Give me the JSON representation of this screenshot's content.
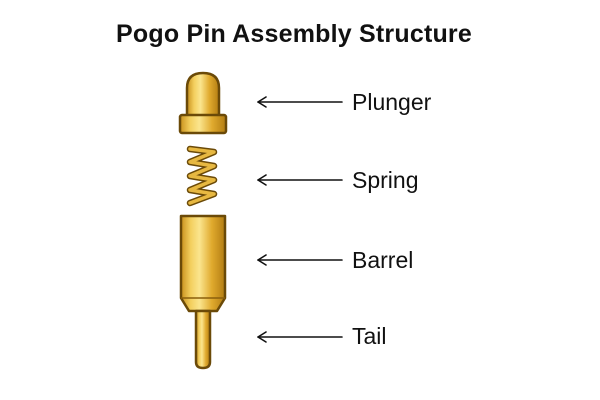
{
  "title": "Pogo Pin Assembly Structure",
  "parts": [
    {
      "name": "plunger",
      "label": "Plunger"
    },
    {
      "name": "spring",
      "label": "Spring"
    },
    {
      "name": "barrel",
      "label": "Barrel"
    },
    {
      "name": "tail",
      "label": "Tail"
    }
  ],
  "colors": {
    "gold_light": "#F7D76A",
    "gold_mid": "#E3B234",
    "gold_dark": "#B98514",
    "outline": "#6B4A08",
    "arrow": "#111111"
  }
}
